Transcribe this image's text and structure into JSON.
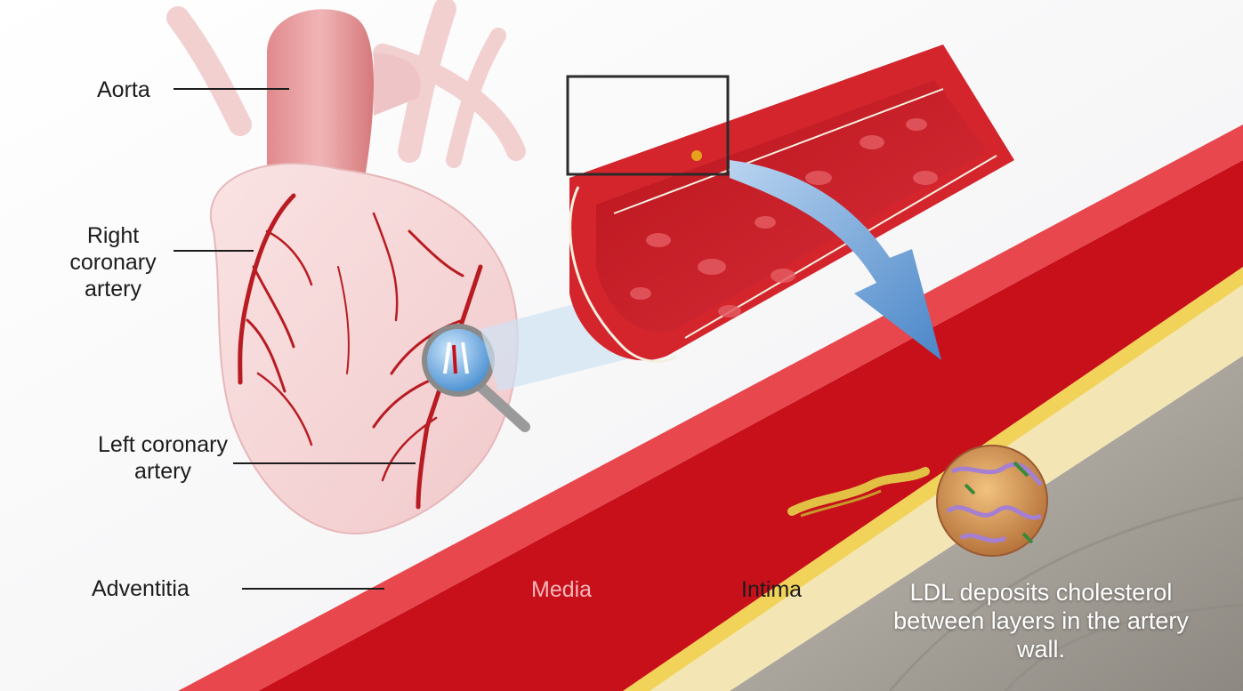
{
  "labels": {
    "aorta": "Aorta",
    "right_coronary": "Right coronary artery",
    "left_coronary": "Left coronary artery",
    "adventitia": "Adventitia",
    "media": "Media",
    "intima": "Intima",
    "ldl_caption": "LDL deposits cholesterol between layers in the artery wall."
  },
  "colors": {
    "artery_red": "#c8101a",
    "artery_light": "#e8474e",
    "plaque_yellow": "#f1d35a",
    "heart_pink": "#f3cfd0",
    "arrow_blue": "#6a9fd6"
  }
}
